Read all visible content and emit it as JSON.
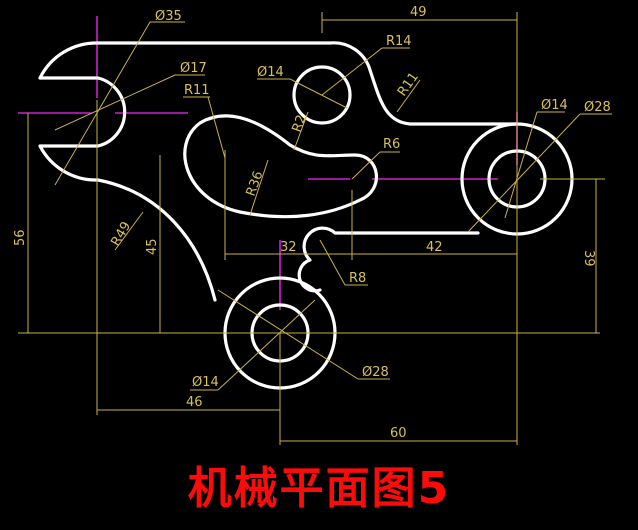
{
  "title": "机械平面图5",
  "colors": {
    "background": "#000000",
    "outline": "#ffffff",
    "dimension": "#c8b04a",
    "centerline": "#d01fd0",
    "title": "#ff0a0a"
  },
  "dimensions": {
    "d35": "Ø35",
    "d17": "Ø17",
    "r11_left": "R11",
    "d14_top": "Ø14",
    "r14": "R14",
    "r2": "R2",
    "r11_right": "R11",
    "w49": "49",
    "d14_right": "Ø14",
    "d28_right": "Ø28",
    "r6": "R6",
    "r36": "R36",
    "h56": "56",
    "r49": "R49",
    "h45": "45",
    "w32": "32",
    "w42": "42",
    "r8": "R8",
    "h39": "39",
    "d14_bottom": "Ø14",
    "d28_bottom": "Ø28",
    "w46": "46",
    "w60": "60"
  }
}
